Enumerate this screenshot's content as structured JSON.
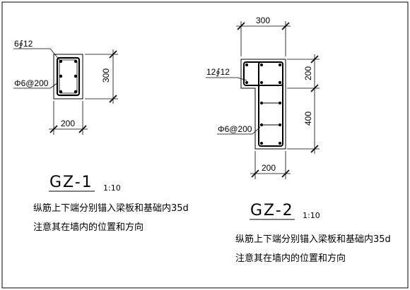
{
  "gz1": {
    "title": "GZ-1",
    "scale": "1:10",
    "long_bar_label": "6∮12",
    "stirrup_label": "Φ6@200",
    "dim_height": "300",
    "dim_width": "200",
    "note_line1": "纵筋上下端分别锚入梁板和基础内35d",
    "note_line2": "注意其在墙内的位置和方向"
  },
  "gz2": {
    "title": "GZ-2",
    "scale": "1:10",
    "long_bar_label": "12∮12",
    "stirrup_label": "Φ6@200",
    "dim_top_width": "300",
    "dim_upper_height": "200",
    "dim_lower_height": "400",
    "dim_bottom_width": "200",
    "note_line1": "纵筋上下端分别锚入梁板和基础内35d",
    "note_line2": "注意其在墙内的位置和方向"
  },
  "colors": {
    "line": "#000000",
    "background": "#ffffff"
  }
}
